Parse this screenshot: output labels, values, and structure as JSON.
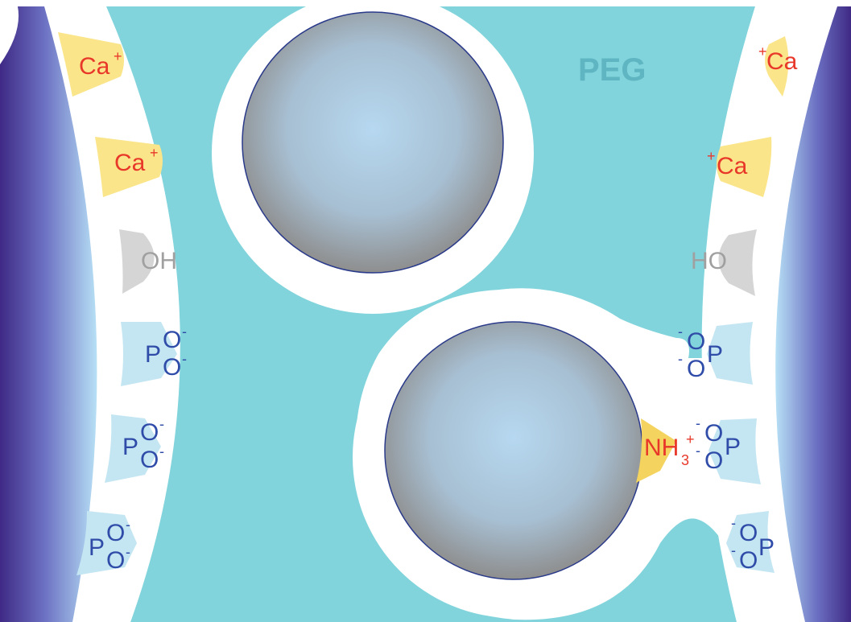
{
  "title": "PEG",
  "colors": {
    "matrix": "#82d4dc",
    "label": "#5fb6c2",
    "calcium": "#e8382a",
    "calcium_bg": "#fbe58a",
    "hydroxyl": "#a0a0a0",
    "hydroxyl_bg": "#d5d5d5",
    "phosphate": "#2f4ca8",
    "phosphate_bg": "#c4e6f2",
    "amine": "#e8382a",
    "amine_bg": "#f4d35e",
    "bone_edge": "#4a2f8e",
    "bone_light": "#b7e0f5",
    "particle_center": "#b6d8f0",
    "particle_edge": "#8e8e8e",
    "particle_stroke": "#2a3a8a"
  },
  "left_surface": {
    "groups": [
      {
        "type": "calcium",
        "label": "Ca",
        "charge": "+"
      },
      {
        "type": "calcium",
        "label": "Ca",
        "charge": "+"
      },
      {
        "type": "hydroxyl",
        "label": "OH"
      },
      {
        "type": "phosphate",
        "label": "P",
        "o1": "O",
        "o2": "O",
        "charge1": "-",
        "charge2": "-"
      },
      {
        "type": "phosphate",
        "label": "P",
        "o1": "O",
        "o2": "O",
        "charge1": "-",
        "charge2": "-"
      },
      {
        "type": "phosphate",
        "label": "P",
        "o1": "O",
        "o2": "O",
        "charge1": "-",
        "charge2": "-"
      }
    ]
  },
  "right_surface": {
    "groups": [
      {
        "type": "calcium",
        "label": "Ca",
        "charge": "+"
      },
      {
        "type": "calcium",
        "label": "Ca",
        "charge": "+"
      },
      {
        "type": "hydroxyl",
        "label": "HO"
      },
      {
        "type": "phosphate",
        "label": "P",
        "o1": "O",
        "o2": "O",
        "charge1": "-",
        "charge2": "-"
      },
      {
        "type": "phosphate",
        "label": "P",
        "o1": "O",
        "o2": "O",
        "charge1": "-",
        "charge2": "-"
      },
      {
        "type": "phosphate",
        "label": "P",
        "o1": "O",
        "o2": "O",
        "charge1": "-",
        "charge2": "-"
      }
    ]
  },
  "amine": {
    "label": "NH",
    "sub": "3",
    "charge": "+"
  }
}
